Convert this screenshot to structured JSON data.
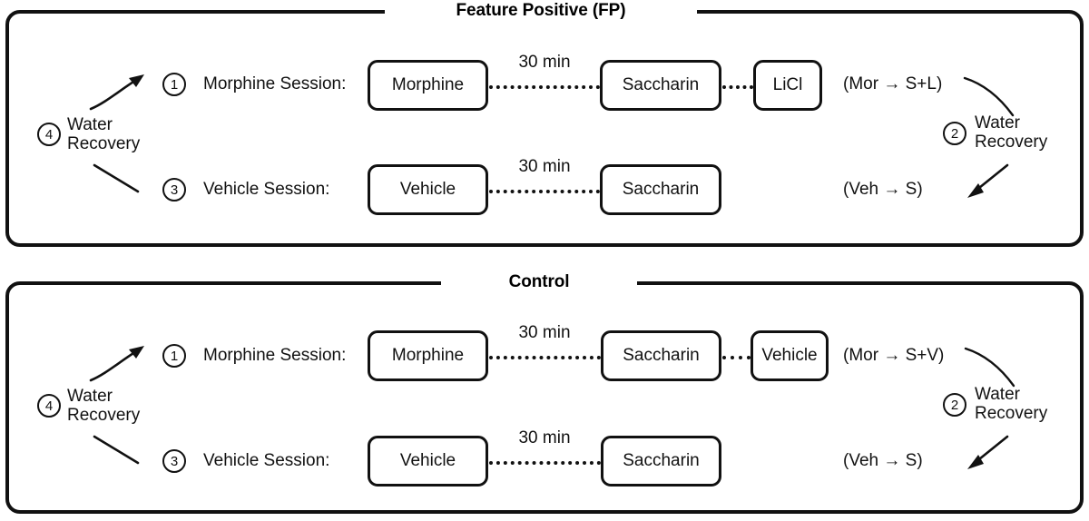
{
  "figure": {
    "title_a": "Feature Positive (FP)",
    "title_b": "Control"
  },
  "panels": [
    {
      "name": "feature-positive",
      "title": "Feature Positive (FP)",
      "left_recovery": {
        "number": "4",
        "line1": "Water",
        "line2": "Recovery"
      },
      "right_recovery": {
        "number": "2",
        "line1": "Water",
        "line2": "Recovery"
      },
      "rows": [
        {
          "number": "1",
          "label": "Morphine Session:",
          "nodes": [
            "Morphine",
            "Saccharin",
            "LiCl"
          ],
          "interval": "30 min",
          "notation": "(Mor → S+L)"
        },
        {
          "number": "3",
          "label": "Vehicle Session:",
          "nodes": [
            "Vehicle",
            "Saccharin"
          ],
          "interval": "30 min",
          "notation": "(Veh → S)"
        }
      ]
    },
    {
      "name": "control",
      "title": "Control",
      "left_recovery": {
        "number": "4",
        "line1": "Water",
        "line2": "Recovery"
      },
      "right_recovery": {
        "number": "2",
        "line1": "Water",
        "line2": "Recovery"
      },
      "rows": [
        {
          "number": "1",
          "label": "Morphine Session:",
          "nodes": [
            "Morphine",
            "Saccharin",
            "Vehicle"
          ],
          "interval": "30 min",
          "notation": "(Mor → S+V)"
        },
        {
          "number": "3",
          "label": "Vehicle Session:",
          "nodes": [
            "Vehicle",
            "Saccharin"
          ],
          "interval": "30 min",
          "notation": "(Veh → S)"
        }
      ]
    }
  ],
  "colors": {
    "stroke": "#111111",
    "background": "#ffffff"
  }
}
